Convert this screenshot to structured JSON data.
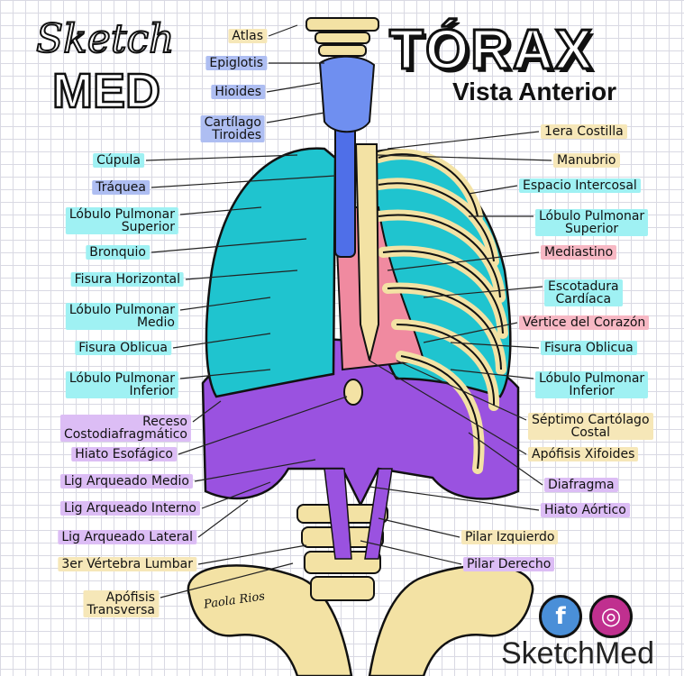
{
  "title": "TÓRAX",
  "subtitle": "Vista Anterior",
  "brand": {
    "line1": "Sketch",
    "line2": "MED",
    "footer": "SketchMed"
  },
  "signature": "Paola\nRios",
  "social": [
    {
      "name": "facebook-icon",
      "color": "#4a8fd8",
      "glyph": "f"
    },
    {
      "name": "instagram-icon",
      "color": "#c0308f",
      "glyph": "◎"
    }
  ],
  "colors": {
    "beige": "#f6e7b8",
    "blue": "#aebef2",
    "cyan": "#9ff1f3",
    "pink": "#f7b8c4",
    "purple": "#dcbdf5",
    "lung": "#1fc4cf",
    "bone": "#f3e2a4",
    "diaphragm": "#9a52e0",
    "trachea": "#4f6fe8",
    "mediastinum": "#f08aa0"
  },
  "labels_left": [
    {
      "id": "atlas",
      "text": "Atlas",
      "color": "beige"
    },
    {
      "id": "epiglotis",
      "text": "Epiglotis",
      "color": "blue"
    },
    {
      "id": "hioides",
      "text": "Hioides",
      "color": "blue"
    },
    {
      "id": "cartilago-tiroides",
      "text": "Cartílago\nTiroides",
      "color": "blue"
    },
    {
      "id": "cupula",
      "text": "Cúpula",
      "color": "cyan"
    },
    {
      "id": "traquea",
      "text": "Tráquea",
      "color": "blue"
    },
    {
      "id": "lobulo-sup-izq",
      "text": "Lóbulo Pulmonar\nSuperior",
      "color": "cyan"
    },
    {
      "id": "bronquio",
      "text": "Bronquio",
      "color": "cyan"
    },
    {
      "id": "fisura-horizontal",
      "text": "Fisura Horizontal",
      "color": "cyan"
    },
    {
      "id": "lobulo-medio",
      "text": "Lóbulo Pulmonar\nMedio",
      "color": "cyan"
    },
    {
      "id": "fisura-oblicua-izq",
      "text": "Fisura Oblicua",
      "color": "cyan"
    },
    {
      "id": "lobulo-inf-izq",
      "text": "Lóbulo Pulmonar\nInferior",
      "color": "cyan"
    },
    {
      "id": "receso",
      "text": "Receso\nCostodiafragmático",
      "color": "purple"
    },
    {
      "id": "hiato-esofagico",
      "text": "Hiato Esofágico",
      "color": "purple"
    },
    {
      "id": "lig-medio",
      "text": "Lig Arqueado Medio",
      "color": "purple"
    },
    {
      "id": "lig-interno",
      "text": "Lig Arqueado Interno",
      "color": "purple"
    },
    {
      "id": "lig-lateral",
      "text": "Lig Arqueado Lateral",
      "color": "purple"
    },
    {
      "id": "vertebra-lumbar",
      "text": "3er Vértebra Lumbar",
      "color": "beige"
    },
    {
      "id": "apofisis-transversa",
      "text": "Apófisis\nTransversa",
      "color": "beige"
    }
  ],
  "labels_right": [
    {
      "id": "primera-costilla",
      "text": "1era Costilla",
      "color": "beige"
    },
    {
      "id": "manubrio",
      "text": "Manubrio",
      "color": "beige"
    },
    {
      "id": "espacio-intercosal",
      "text": "Espacio Intercosal",
      "color": "cyan"
    },
    {
      "id": "lobulo-sup-der",
      "text": "Lóbulo Pulmonar\nSuperior",
      "color": "cyan"
    },
    {
      "id": "mediastino",
      "text": "Mediastino",
      "color": "pink"
    },
    {
      "id": "escotadura",
      "text": "Escotadura\nCardíaca",
      "color": "cyan"
    },
    {
      "id": "vertice-corazon",
      "text": "Vértice del Corazón",
      "color": "pink"
    },
    {
      "id": "fisura-oblicua-der",
      "text": "Fisura Oblicua",
      "color": "cyan"
    },
    {
      "id": "lobulo-inf-der",
      "text": "Lóbulo Pulmonar\nInferior",
      "color": "cyan"
    },
    {
      "id": "septimo-cartilago",
      "text": "Séptimo Cartólago\nCostal",
      "color": "beige"
    },
    {
      "id": "apofisis-xifoides",
      "text": "Apófisis Xifoides",
      "color": "beige"
    },
    {
      "id": "diafragma",
      "text": "Diafragma",
      "color": "purple"
    },
    {
      "id": "hiato-aortico",
      "text": "Hiato Aórtico",
      "color": "purple"
    },
    {
      "id": "pilar-izquierdo",
      "text": "Pilar Izquierdo",
      "color": "beige"
    },
    {
      "id": "pilar-derecho",
      "text": "Pilar Derecho",
      "color": "purple"
    }
  ]
}
